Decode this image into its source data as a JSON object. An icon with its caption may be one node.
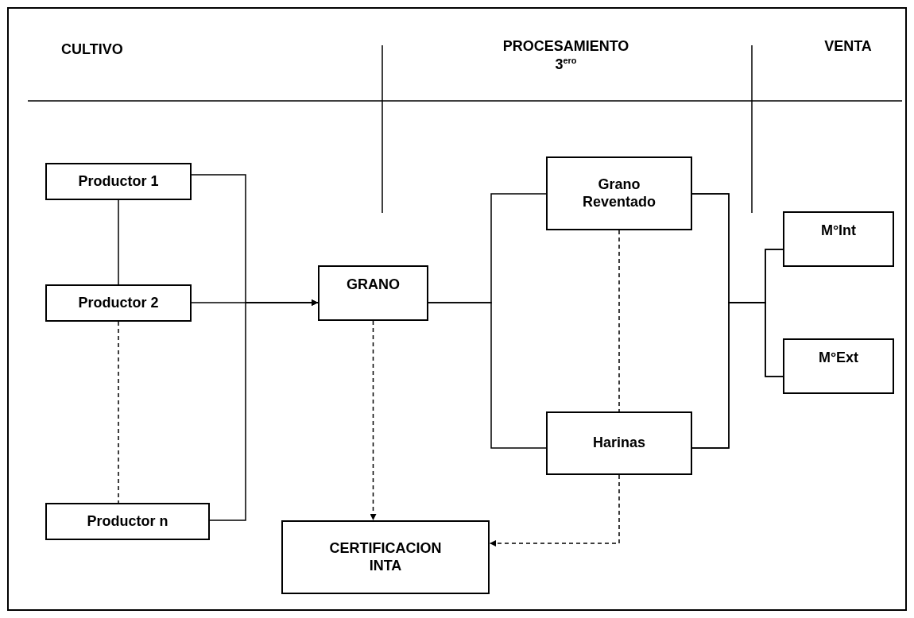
{
  "diagram": {
    "nodes": [
      {
        "text": [
          "Productor 1"
        ]
      },
      {
        "text": [
          "Productor 2"
        ]
      },
      {
        "text": [
          "Productor n"
        ]
      },
      {
        "text": [
          "GRANO"
        ]
      },
      {
        "text": [
          "CERTIFICACION INTA"
        ]
      },
      {
        "text": [
          "Grano Reventado"
        ]
      },
      {
        "text": [
          "Harinas"
        ]
      },
      {
        "text": [
          "M°Int"
        ]
      },
      {
        "text": [
          "M°Ext"
        ]
      }
    ],
    "edges": [
      {
        "from": 0,
        "to": 1,
        "arrow": "none"
      },
      {
        "from": 1,
        "to": 2,
        "arrow": "none",
        "style": "dashed"
      },
      {
        "from": 0,
        "to": 3,
        "arrow": "to"
      },
      {
        "from": 1,
        "to": 3,
        "arrow": "to"
      },
      {
        "from": 2,
        "to": 3,
        "arrow": "to"
      },
      {
        "from": 3,
        "to": 4,
        "arrow": "to",
        "style": "dashed"
      },
      {
        "from": 3,
        "to": 5,
        "arrow": "none"
      },
      {
        "from": 3,
        "to": 6,
        "arrow": "none"
      },
      {
        "from": 5,
        "to": 6,
        "arrow": "none",
        "style": "dashed"
      },
      {
        "from": 5,
        "to": 7,
        "arrow": "none"
      },
      {
        "from": 5,
        "to": 8,
        "arrow": "none"
      },
      {
        "from": 6,
        "to": 7,
        "arrow": "none"
      },
      {
        "from": 6,
        "to": 8,
        "arrow": "none"
      },
      {
        "from": 6,
        "to": 4,
        "arrow": "to",
        "style": "dashed"
      }
    ],
    "labels": [
      "CULTIVO",
      "PROCESAMIENTO",
      "3$^{ero}$",
      "VENTA"
    ]
  }
}
